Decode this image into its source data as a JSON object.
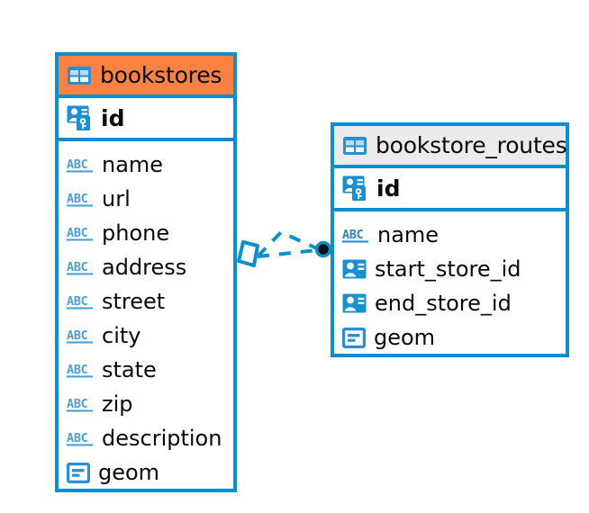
{
  "diagram": {
    "type": "entity-relationship-diagram",
    "background": "#ffffff",
    "accent_color": "#0d8ecf",
    "highlight_color": "#fb8242",
    "neutral_header_color": "#ebebeb"
  },
  "entities": [
    {
      "name": "bookstores",
      "header_style": "orange",
      "primary_key": {
        "label": "id",
        "icon": "primary-key-icon"
      },
      "fields": [
        {
          "label": "name",
          "icon": "abc-icon",
          "type": "text"
        },
        {
          "label": "url",
          "icon": "abc-icon",
          "type": "text"
        },
        {
          "label": "phone",
          "icon": "abc-icon",
          "type": "text"
        },
        {
          "label": "address",
          "icon": "abc-icon",
          "type": "text"
        },
        {
          "label": "street",
          "icon": "abc-icon",
          "type": "text"
        },
        {
          "label": "city",
          "icon": "abc-icon",
          "type": "text"
        },
        {
          "label": "state",
          "icon": "abc-icon",
          "type": "text"
        },
        {
          "label": "zip",
          "icon": "abc-icon",
          "type": "text"
        },
        {
          "label": "description",
          "icon": "abc-icon",
          "type": "text"
        },
        {
          "label": "geom",
          "icon": "geometry-icon",
          "type": "geometry"
        }
      ]
    },
    {
      "name": "bookstore_routes",
      "header_style": "gray",
      "primary_key": {
        "label": "id",
        "icon": "primary-key-icon"
      },
      "fields": [
        {
          "label": "name",
          "icon": "abc-icon",
          "type": "text"
        },
        {
          "label": "start_store_id",
          "icon": "foreign-key-icon",
          "type": "reference"
        },
        {
          "label": "end_store_id",
          "icon": "foreign-key-icon",
          "type": "reference"
        },
        {
          "label": "geom",
          "icon": "geometry-icon",
          "type": "geometry"
        }
      ]
    }
  ],
  "relationship": {
    "from_entity": "bookstores",
    "to_entity": "bookstore_routes",
    "line_style": "dashed",
    "line_color": "#0d8ecf",
    "source_marker": "diamond-marker",
    "target_marker": "filled-circle-marker"
  }
}
